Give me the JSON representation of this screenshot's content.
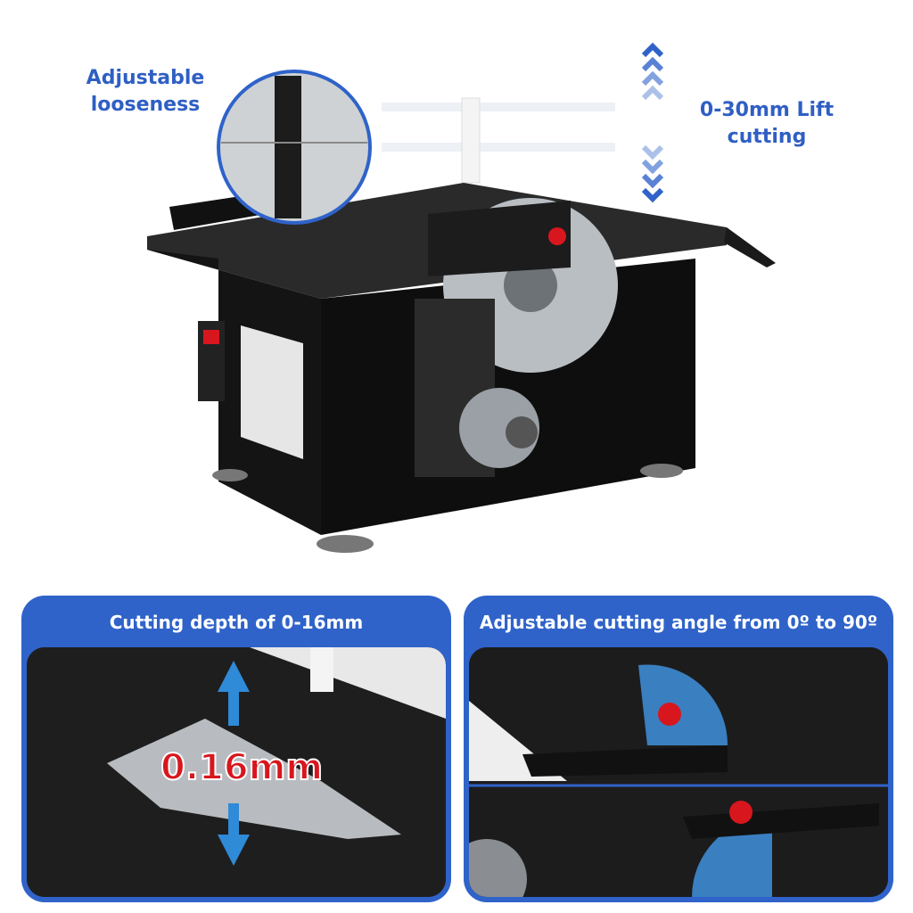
{
  "callouts": {
    "looseness": "Adjustable looseness",
    "lift": "0-30mm Lift cutting"
  },
  "panels": [
    {
      "title": "Cutting depth of 0-16mm",
      "overlay": "0.16mm"
    },
    {
      "title": "Adjustable cutting angle from 0º to 90º"
    }
  ],
  "colors": {
    "accent": "#2f63c9",
    "text_blue": "#2f5fc4",
    "overlay_red": "#d8161e",
    "body": "#1a1a1a"
  },
  "icons": [
    "chevron-up-icon",
    "chevron-down-icon",
    "arrow-up-down-icon"
  ]
}
